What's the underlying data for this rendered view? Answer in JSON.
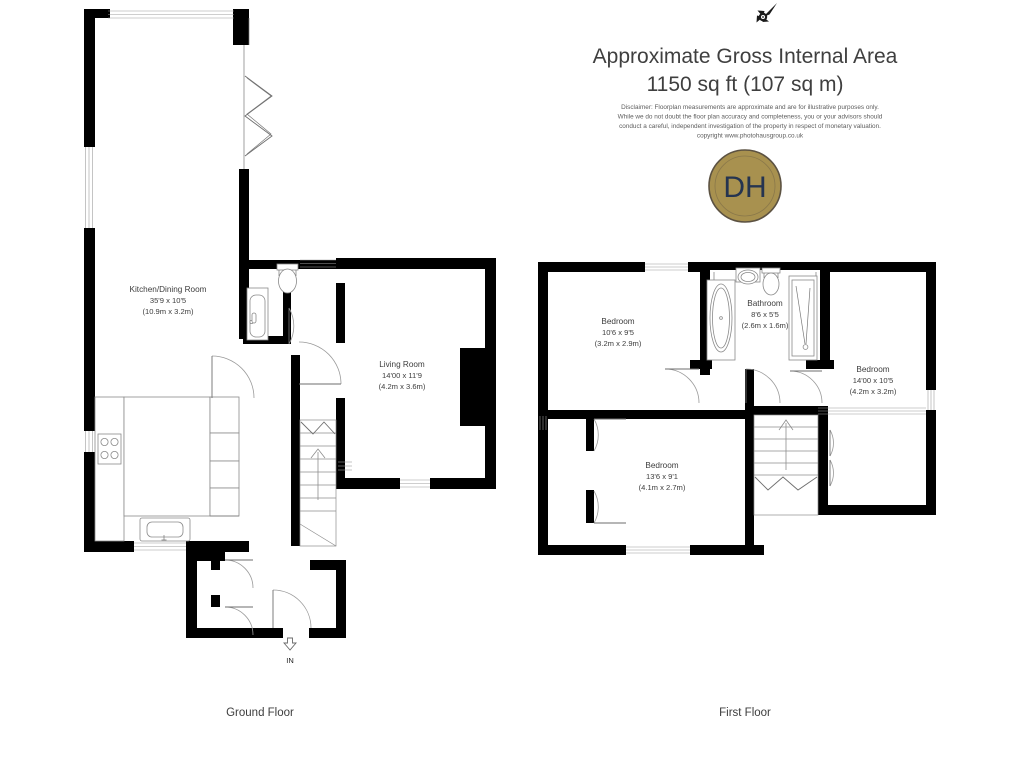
{
  "header": {
    "title": "Approximate Gross Internal Area",
    "area": "1150 sq ft (107 sq m)",
    "disclaimer": [
      "Disclaimer: Floorplan measurements are approximate and are for illustrative purposes only.",
      "While we do not doubt the floor plan accuracy and completeness, you or your advisors should",
      "conduct a careful, independent investigation of the property in respect of monetary valuation.",
      "copyright www.photohausgroup.co.uk"
    ]
  },
  "logo": {
    "initials": "DH",
    "circle_color": "#a8914f",
    "border_color": "#5c5242",
    "text_color": "#253450"
  },
  "compass": {
    "icon": "north-arrow-icon"
  },
  "floors": [
    {
      "id": "ground",
      "label": "Ground Floor",
      "rooms": [
        {
          "name": "Kitchen/Dining Room",
          "dim_imperial": "35'9 x 10'5",
          "dim_metric": "(10.9m x 3.2m)"
        },
        {
          "name": "Living Room",
          "dim_imperial": "14'00 x 11'9",
          "dim_metric": "(4.2m x 3.6m)"
        }
      ],
      "entry_label": "IN"
    },
    {
      "id": "first",
      "label": "First Floor",
      "rooms": [
        {
          "name": "Bedroom",
          "dim_imperial": "10'6 x 9'5",
          "dim_metric": "(3.2m x 2.9m)"
        },
        {
          "name": "Bathroom",
          "dim_imperial": "8'6 x 5'5",
          "dim_metric": "(2.6m x 1.6m)"
        },
        {
          "name": "Bedroom",
          "dim_imperial": "14'00 x 10'5",
          "dim_metric": "(4.2m x 3.2m)"
        },
        {
          "name": "Bedroom",
          "dim_imperial": "13'6 x 9'1",
          "dim_metric": "(4.1m x 2.7m)"
        }
      ]
    }
  ]
}
